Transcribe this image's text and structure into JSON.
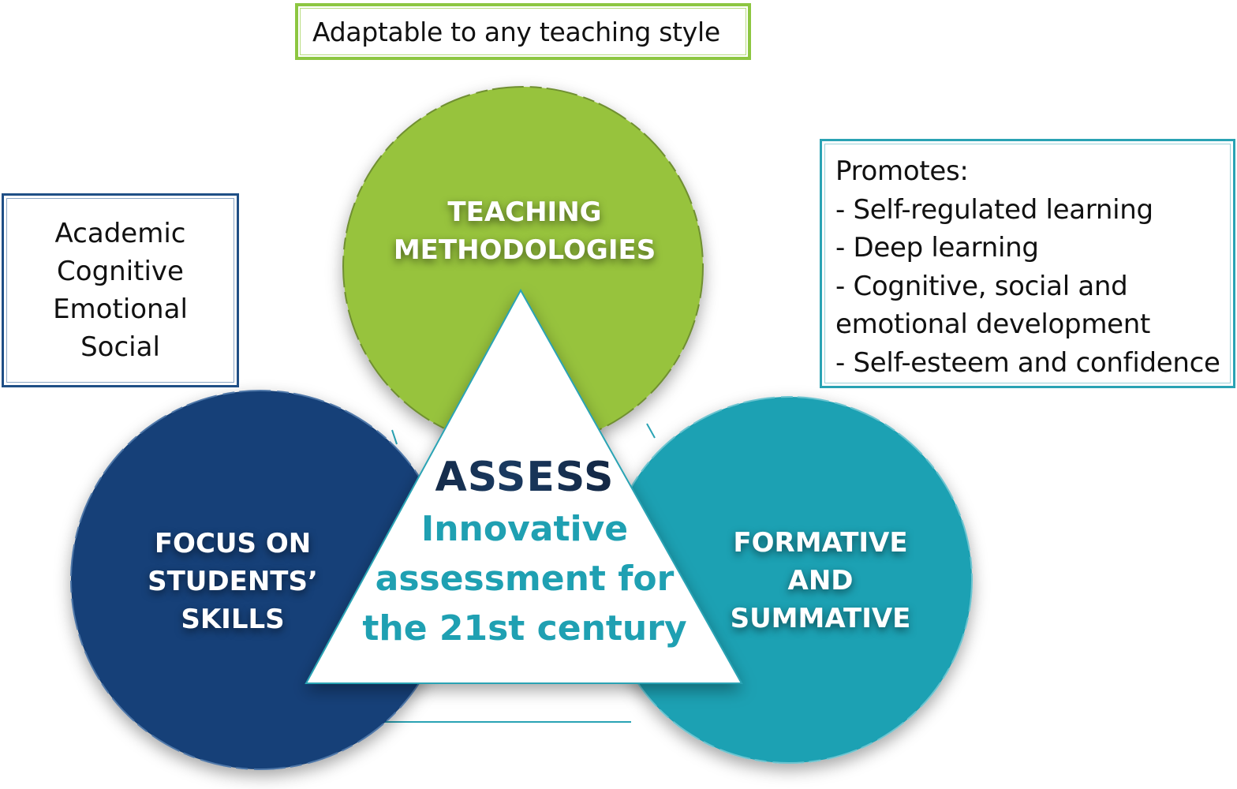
{
  "top_box": {
    "text": "Adaptable to any teaching style",
    "border_color": "#8dc641"
  },
  "left_box": {
    "items": [
      "Academic",
      "Cognitive",
      "Emotional",
      "Social"
    ],
    "border_color": "#1f4f86"
  },
  "right_box": {
    "lines": [
      "Promotes:",
      "- Self-regulated learning",
      "- Deep learning",
      "- Cognitive, social and",
      "emotional development",
      "- Self-esteem and confidence"
    ],
    "border_color": "#2aa3b4"
  },
  "circles": {
    "teaching": {
      "lines": [
        "TEACHING",
        "METHODOLOGIES"
      ],
      "color": "#97c33c"
    },
    "focus": {
      "lines": [
        "FOCUS ON",
        "STUDENTS’",
        "SKILLS"
      ],
      "color": "#124078"
    },
    "formative": {
      "lines": [
        "FORMATIVE",
        "AND",
        "SUMMATIVE"
      ],
      "color": "#1fa1b3"
    }
  },
  "center": {
    "title": "ASSESS",
    "subtitle_lines": [
      "Innovative",
      "assessment for",
      "the 21st century"
    ],
    "subtitle_color": "#1fa0b2"
  }
}
